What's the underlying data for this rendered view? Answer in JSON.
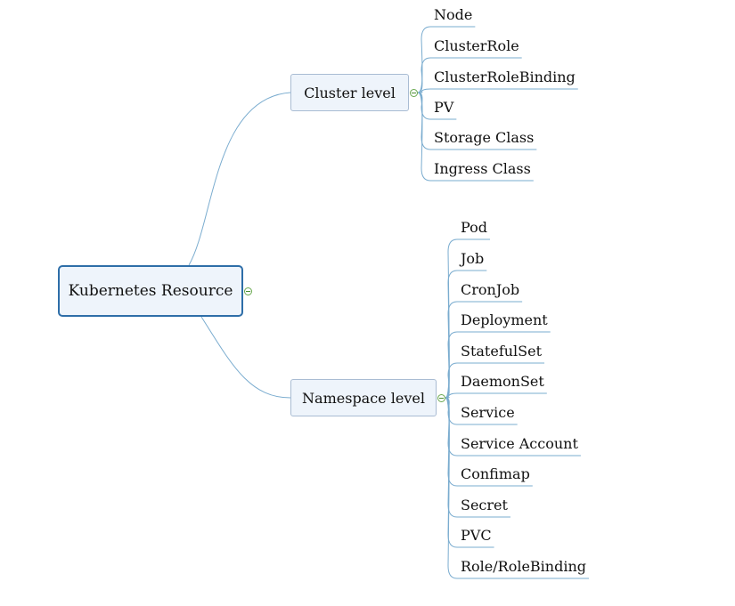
{
  "diagram": {
    "root": {
      "label": "Kubernetes Resource"
    },
    "branches": [
      {
        "label": "Cluster level",
        "children": [
          "Node",
          "ClusterRole",
          "ClusterRoleBinding",
          "PV",
          "Storage Class",
          "Ingress Class"
        ]
      },
      {
        "label": "Namespace level",
        "children": [
          "Pod",
          "Job",
          "CronJob",
          "Deployment",
          "StatefulSet",
          "DaemonSet",
          "Service",
          "Service Account",
          "Confimap",
          "Secret",
          "PVC",
          "Role/RoleBinding"
        ]
      }
    ],
    "colors": {
      "connector": "#7aaccf",
      "root_border": "#2e6ea8",
      "box_fill": "#eef4fb",
      "box_border": "#a9bcd3",
      "toggle": "#69a84f"
    }
  }
}
